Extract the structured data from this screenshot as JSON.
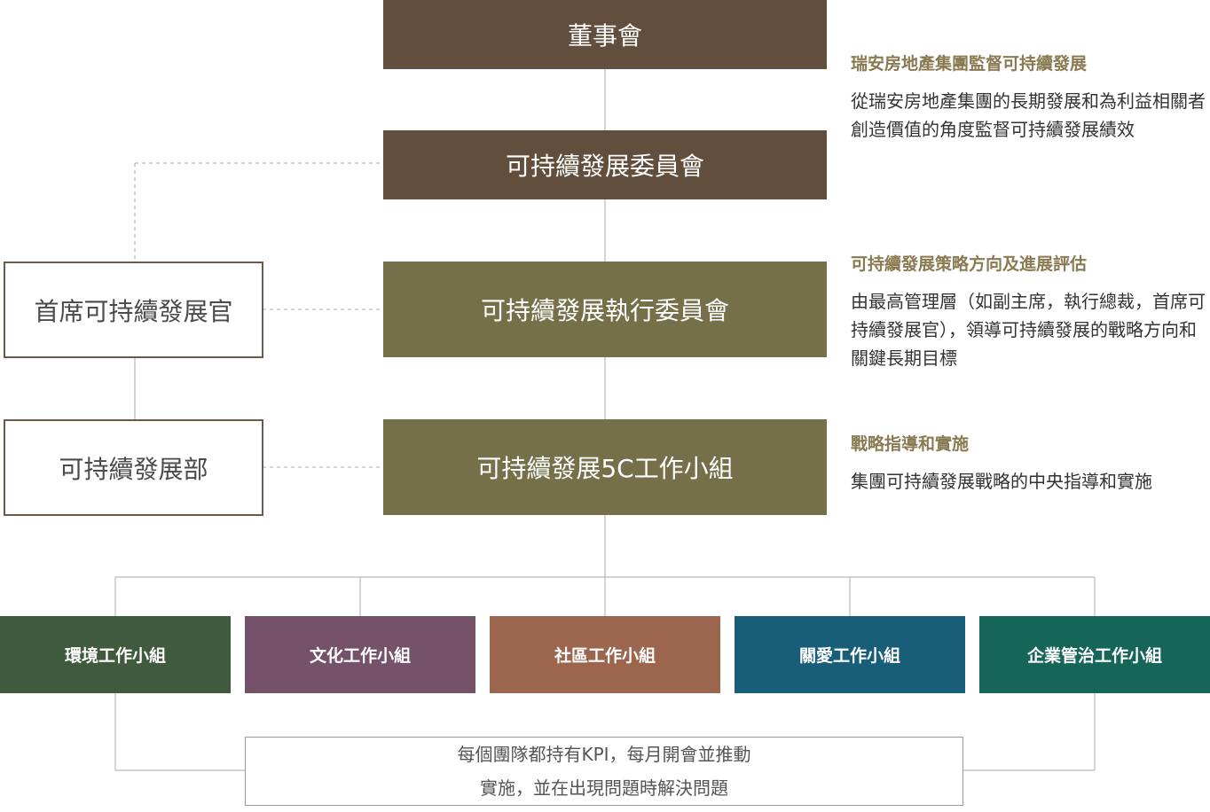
{
  "hierarchy": {
    "board": "董事會",
    "committee": "可持續發展委員會",
    "executive_committee": "可持續發展執行委員會",
    "taskforce": "可持續發展5C工作小組"
  },
  "side": {
    "cso": "首席可持續發展官",
    "department": "可持續發展部"
  },
  "notes": [
    {
      "title": "瑞安房地產集團監督可持續發展",
      "body": "從瑞安房地產集團的長期發展和為利益相關者創造價值的角度監督可持續發展績效"
    },
    {
      "title": "可持續發展策略方向及進展評估",
      "body": "由最高管理層（如副主席，執行總裁，首席可持續發展官），領導可持續發展的戰略方向和關鍵長期目標"
    },
    {
      "title": "戰略指導和實施",
      "body": "集團可持續發展戰略的中央指導和實施"
    }
  ],
  "groups": [
    {
      "label": "環境工作小組",
      "color": "#3f5a3d"
    },
    {
      "label": "文化工作小組",
      "color": "#76526a"
    },
    {
      "label": "社區工作小組",
      "color": "#9b664d"
    },
    {
      "label": "關愛工作小組",
      "color": "#185e79"
    },
    {
      "label": "企業管治工作小組",
      "color": "#166559"
    }
  ],
  "kpi": {
    "line1": "每個團隊都持有KPI，每月開會並推動",
    "line2": "實施，並在出現問題時解決問題"
  }
}
